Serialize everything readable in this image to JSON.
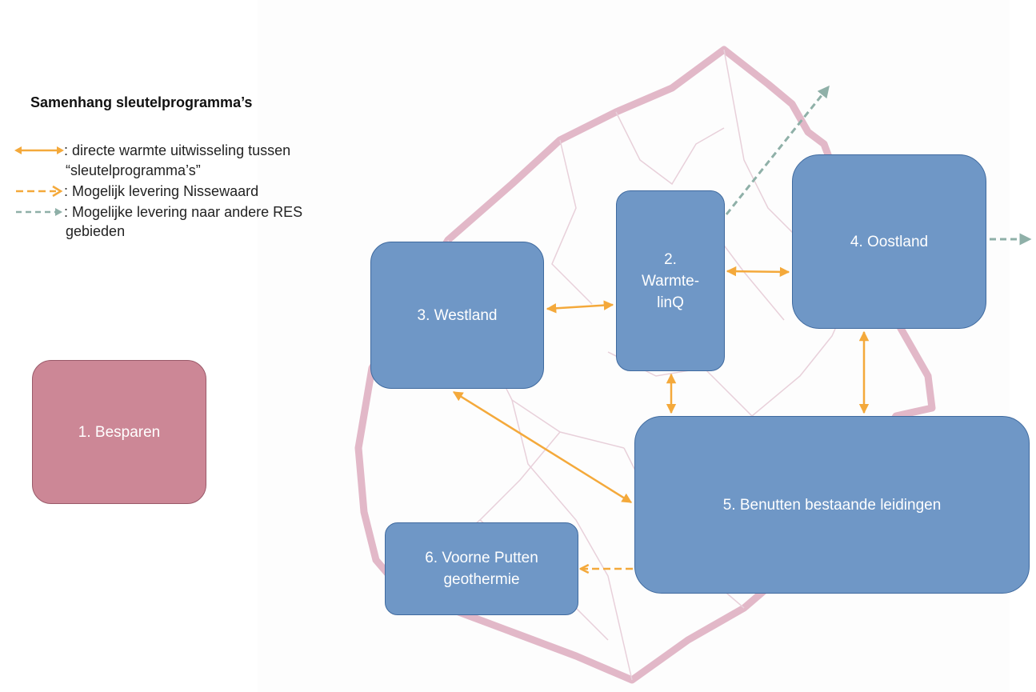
{
  "legend": {
    "title": "Samenhang sleutelprogramma’s",
    "items": [
      {
        "label": ": directe warmte uitwisseling tussen",
        "continuation": "“sleutelprogramma’s”",
        "style": "solid-double",
        "color": "#f4a93b"
      },
      {
        "label": ": Mogelijk levering Nissewaard",
        "style": "dashed-single",
        "color": "#f4a93b"
      },
      {
        "label": ": Mogelijke levering naar andere RES",
        "continuation": "gebieden",
        "style": "dashed-single",
        "color": "#8fb0a8"
      }
    ]
  },
  "programs": {
    "besparen": "1. Besparen",
    "warmtelinq": "2.\nWarmte-\nlinQ",
    "westland": "3. Westland",
    "oostland": "4. Oostland",
    "benutten": "5. Benutten bestaande leidingen",
    "voorne": "6. Voorne Putten\ngeothermie"
  },
  "colors": {
    "box_fill": "#6f97c6",
    "box_border": "#3f6a9f",
    "besparen_fill": "#cc8796",
    "arrow_orange": "#f4a93b",
    "arrow_green": "#8fb0a8",
    "map_outline": "#e2b8c8",
    "map_inner": "#e8d0da"
  }
}
